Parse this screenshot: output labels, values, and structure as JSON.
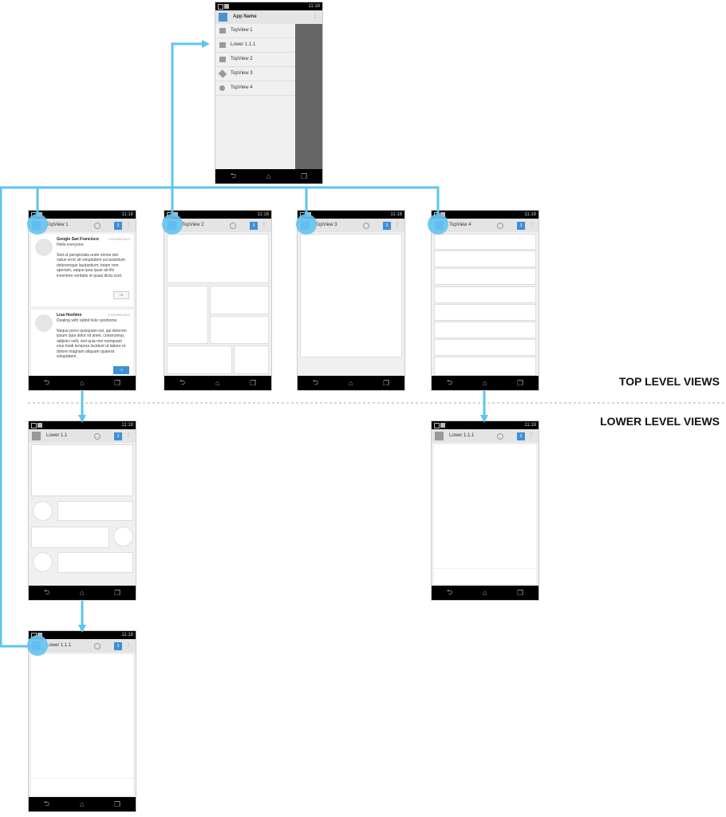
{
  "colors": {
    "connector": "#5ec4f0",
    "accent": "#3d8fd6"
  },
  "status_time": "11:18",
  "drawer_screen": {
    "title": "App Name",
    "items": [
      {
        "label": "TopView 1",
        "icon": "inbox-icon"
      },
      {
        "label": "Lower 1.1.1",
        "icon": "folder-icon"
      },
      {
        "label": "TopView 2",
        "icon": "people-icon"
      },
      {
        "label": "TopView 3",
        "icon": "tag-icon"
      },
      {
        "label": "TopView 4",
        "icon": "circle-icon"
      }
    ]
  },
  "screens": {
    "topview1": {
      "title": "TopView 1",
      "badge": "3",
      "posts": [
        {
          "name": "Google San Francisco",
          "time": "3 HOURS AGO",
          "headline": "Hello everyone.",
          "body": "Sed ut perspiciatis unde omnis iste natus error sit voluptatem accusantium doloremque laudantium, totam rem aperiam, eaque ipsa quae ab illo inventore veritatis et quasi dicta sunt.",
          "plus": "+1"
        },
        {
          "name": "Lisa Hoshino",
          "time": "6 HOURS AGO",
          "headline": "Dealing with rabbit hole syndrome.",
          "body": "Neque porro quisquam est, qui dolorem ipsum quia dolor sit amet, consectetur, adipisci velit, sed quia non numquam eius modi tempora incidunt ut labore et dolore magnam aliquam quaerat voluptatem.",
          "plus": "+1"
        }
      ]
    },
    "topview2": {
      "title": "TopView 2",
      "badge": "3"
    },
    "topview3": {
      "title": "TopView 3",
      "badge": "3"
    },
    "topview4": {
      "title": "TopView 4",
      "badge": "3"
    },
    "lower11": {
      "title": "Lower 1.1",
      "badge": "3"
    },
    "lower111_right": {
      "title": "Lower 1.1.1",
      "badge": "3"
    },
    "lower111_bottom": {
      "title": "Lower 1.1.1",
      "badge": "3"
    }
  },
  "labels": {
    "top": "TOP LEVEL VIEWS",
    "lower": "LOWER LEVEL VIEWS"
  }
}
